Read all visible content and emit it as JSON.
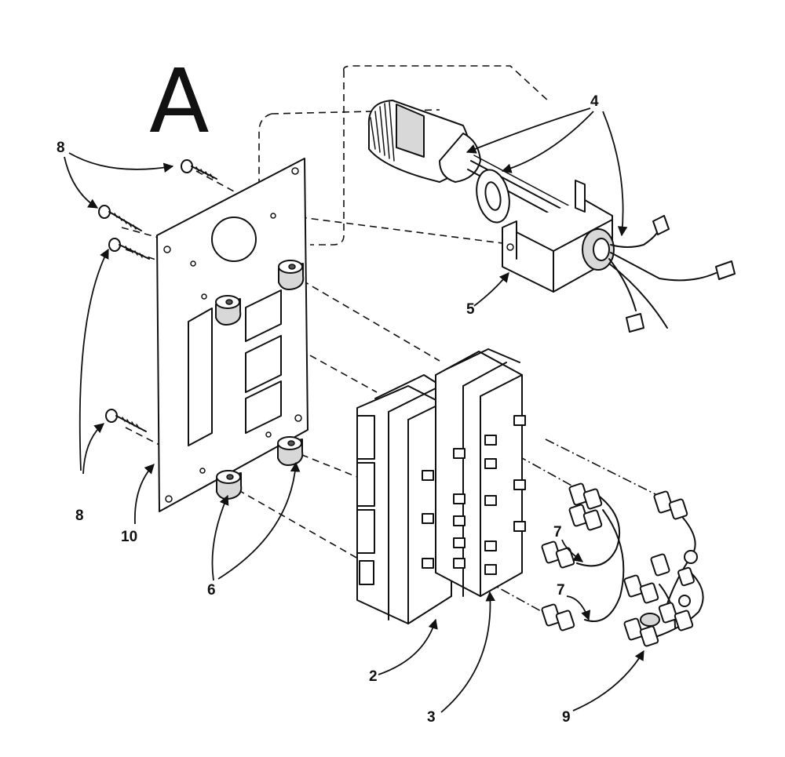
{
  "figure": {
    "panel_letter": "A",
    "callouts": {
      "c2": "2",
      "c3": "3",
      "c4": "4",
      "c5": "5",
      "c6": "6",
      "c7a": "7",
      "c7b": "7",
      "c8a": "8",
      "c8b": "8",
      "c9": "9",
      "c10": "10"
    }
  }
}
